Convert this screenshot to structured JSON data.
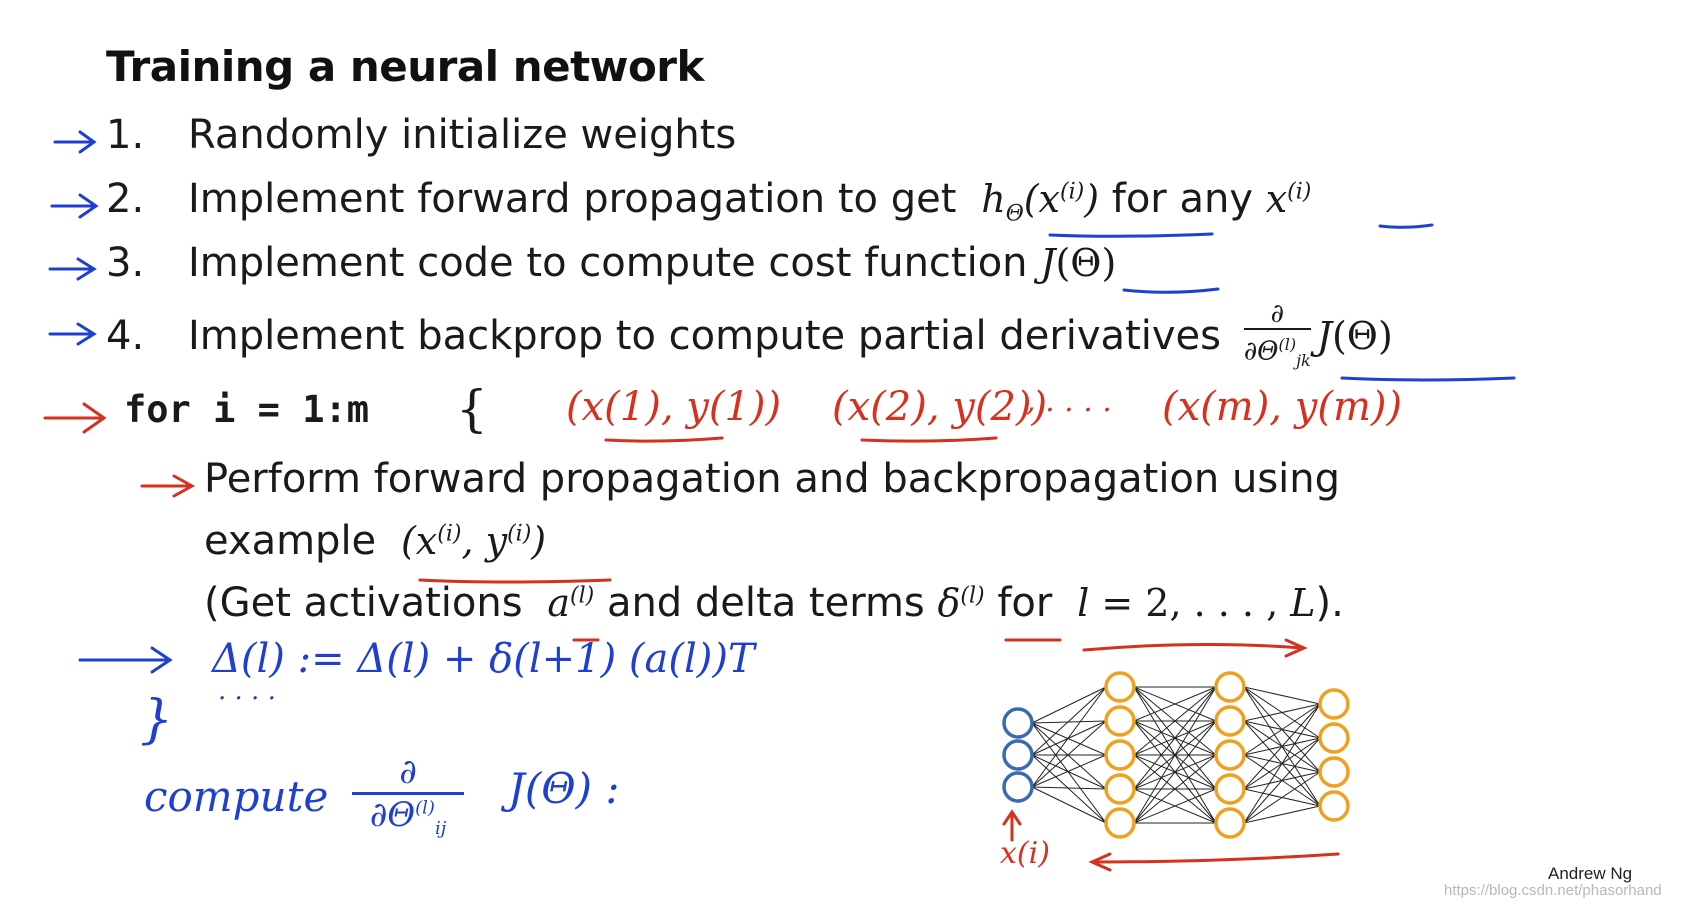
{
  "title": "Training a neural network",
  "steps": [
    {
      "num": "1.",
      "text": "Randomly initialize weights"
    },
    {
      "num": "2.",
      "text": "Implement forward propagation to get",
      "math": "hΘ(x(i))",
      "text2": "for any",
      "math2": "x(i)"
    },
    {
      "num": "3.",
      "text": "Implement code to compute cost function",
      "math": "J(Θ)"
    },
    {
      "num": "4.",
      "text": "Implement backprop to compute partial derivatives",
      "math": "∂/∂Θ(l)jk J(Θ)"
    }
  ],
  "loop": {
    "code": "for i = 1:m",
    "brace_open": "{",
    "line1": "Perform forward propagation and backpropagation using",
    "line2_text": "example",
    "line2_math": "(x(i), y(i))",
    "line3_a": "(Get activations",
    "line3_b": "and delta terms",
    "line3_c": "for",
    "line3_d": ")."
  },
  "annotations": {
    "red_pairs": [
      "(x(1), y(1))",
      "(x(2), y(2))",
      ", . . . .",
      "(x(m), y(m))"
    ],
    "blue_update": "Δ(l) := Δ(l) + δ(l+1) (a(l))T",
    "blue_dots": ". . . .",
    "blue_close": "}",
    "blue_compute": "compute",
    "blue_J": "J(Θ) :",
    "red_input_label": "x(i)"
  },
  "network": {
    "layers": [
      3,
      5,
      5,
      4
    ],
    "input_color": "#3a6ab0",
    "hidden_color": "#f0a020"
  },
  "credit": "Andrew Ng",
  "watermark": "https://blog.csdn.net/phasorhand"
}
